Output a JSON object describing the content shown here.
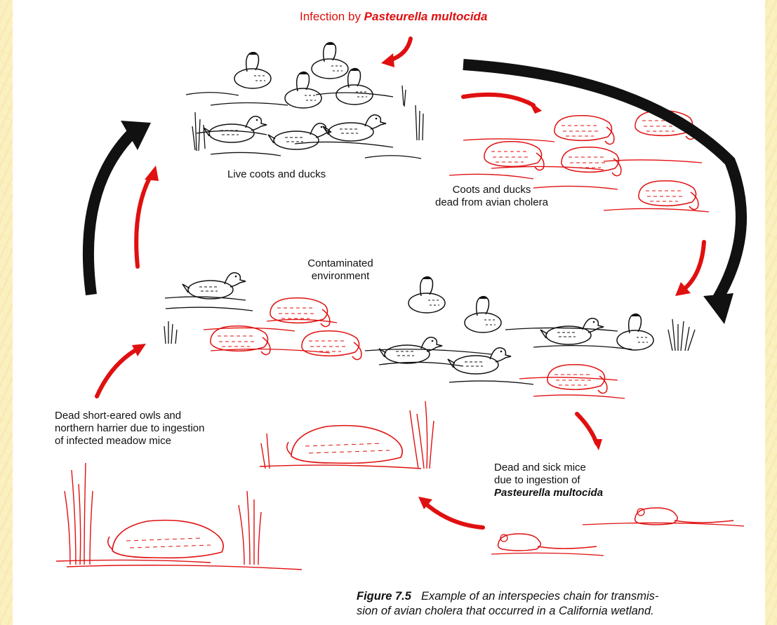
{
  "title": {
    "prefix": "Infection by ",
    "organism": "Pasteurella multocida"
  },
  "labels": {
    "live": "Live coots and ducks",
    "dead_line1": "Coots and ducks",
    "dead_line2": "dead from avian cholera",
    "env_line1": "Contaminated",
    "env_line2": "environment",
    "owls_line1": "Dead short-eared owls and",
    "owls_line2": "northern harrier due to ingestion",
    "owls_line3": "of infected meadow mice",
    "mice_line1": "Dead and sick mice",
    "mice_line2": "due to ingestion of",
    "mice_line3": "Pasteurella multocida"
  },
  "caption": {
    "figure": "Figure 7.5",
    "line1": "Example of an interspecies chain for transmis-",
    "line2": "sion of avian cholera that occurred in a California wetland."
  },
  "colors": {
    "infected": "#e01010",
    "healthy": "#111111",
    "background": "#fbf1c0"
  }
}
